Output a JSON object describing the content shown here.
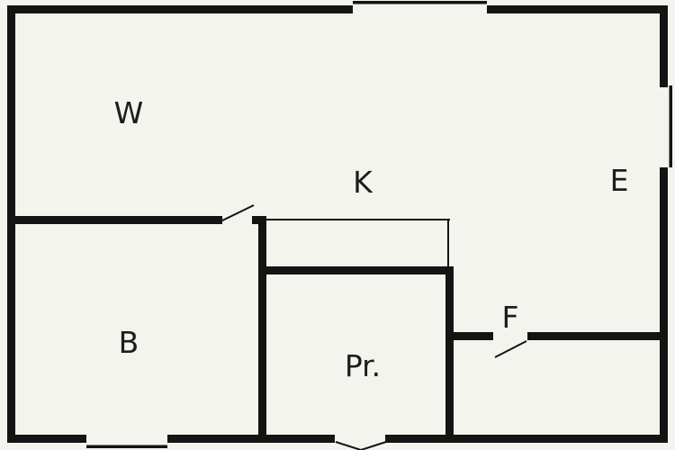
{
  "rooms": {
    "w": {
      "label": "W"
    },
    "k": {
      "label": "K"
    },
    "e": {
      "label": "E"
    },
    "b": {
      "label": "B"
    },
    "pr": {
      "label": "Pr."
    },
    "f": {
      "label": "F"
    }
  },
  "colors": {
    "wall": "#141414",
    "background": "#f4f4ee",
    "label": "#1d1d1d"
  }
}
